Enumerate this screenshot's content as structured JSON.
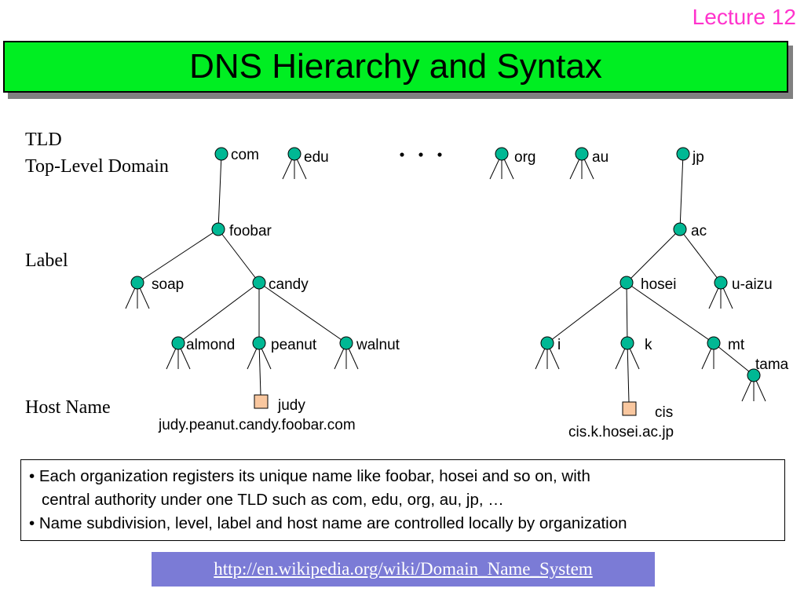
{
  "header": {
    "lecture": "Lecture 12",
    "title": "DNS Hierarchy and Syntax"
  },
  "side_labels": {
    "tld": "TLD",
    "tld_full": "Top-Level Domain",
    "label": "Label",
    "host_name": "Host Name"
  },
  "tree": {
    "tlds": [
      "com",
      "edu",
      "org",
      "au",
      "jp"
    ],
    "ellipsis": "・・・",
    "left": {
      "level1": "foobar",
      "level2": [
        "soap",
        "candy"
      ],
      "level3": [
        "almond",
        "peanut",
        "walnut"
      ],
      "host": "judy",
      "fqdn": "judy.peanut.candy.foobar.com"
    },
    "right": {
      "level1": "ac",
      "level2": [
        "hosei",
        "u-aizu"
      ],
      "level3": [
        "i",
        "k",
        "mt"
      ],
      "level4": "tama",
      "host": "cis",
      "fqdn": "cis.k.hosei.ac.jp"
    }
  },
  "bullets": {
    "line1": "• Each organization registers its unique name like foobar, hosei and so on, with",
    "line1_cont": "central authority under one TLD such as com, edu, org, au, jp, …",
    "line2": "• Name subdivision, level, label and host name are controlled locally by organization"
  },
  "footer": {
    "link": "http://en.wikipedia.org/wiki/Domain_Name_System"
  },
  "colors": {
    "node": "#00b894",
    "host": "#f9c79f",
    "title_bg": "#00ee22",
    "lecture": "#ff33cc",
    "link_bg": "#7b7bd6"
  }
}
